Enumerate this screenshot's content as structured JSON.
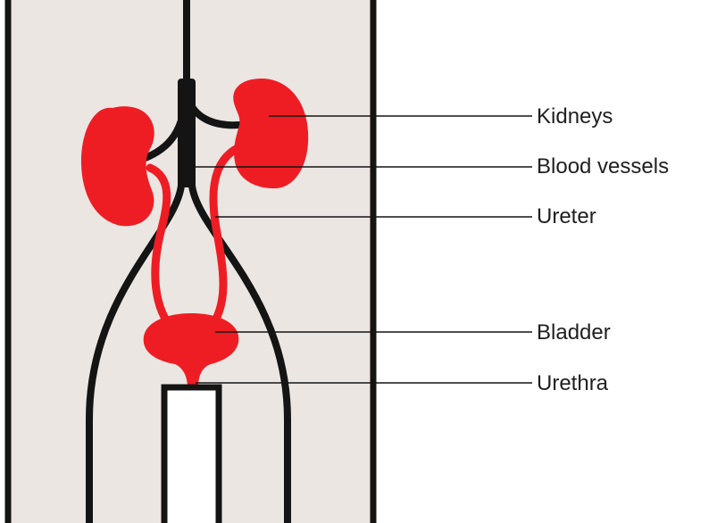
{
  "colors": {
    "background": "#ffffff",
    "body_panel": "#ebe6e2",
    "outline": "#141414",
    "organ": "#ee1d24",
    "tube": "#ffffff"
  },
  "labels": {
    "kidneys": "Kidneys",
    "blood_vessels": "Blood vessels",
    "ureter": "Ureter",
    "bladder": "Bladder",
    "urethra": "Urethra"
  }
}
